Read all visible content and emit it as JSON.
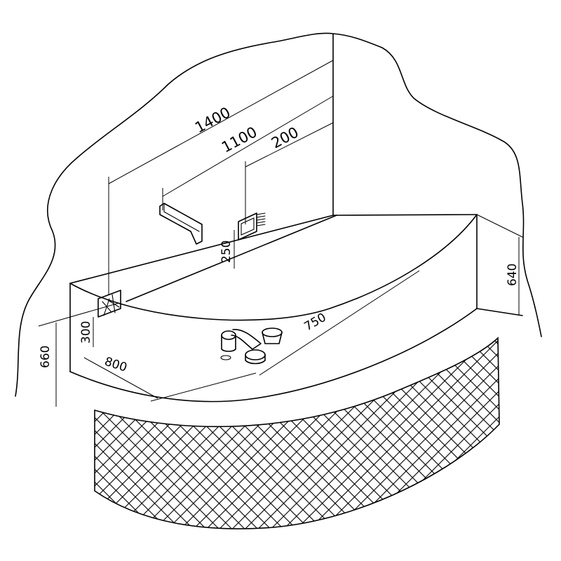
{
  "diagram": {
    "dimensions": {
      "d1400": "1400",
      "d1100": "1100",
      "d200": "200",
      "d250": "250",
      "d300": "300",
      "d660": "660",
      "d800": "800",
      "d750": "750",
      "d640": "640"
    },
    "colors": {
      "line": "#000000",
      "background": "#ffffff"
    },
    "icons": {
      "spout": "bath-spout-icon",
      "control": "wall-control-box-icon",
      "tap": "mixer-valve-icon",
      "drain": "drain-overflow-icon"
    }
  }
}
